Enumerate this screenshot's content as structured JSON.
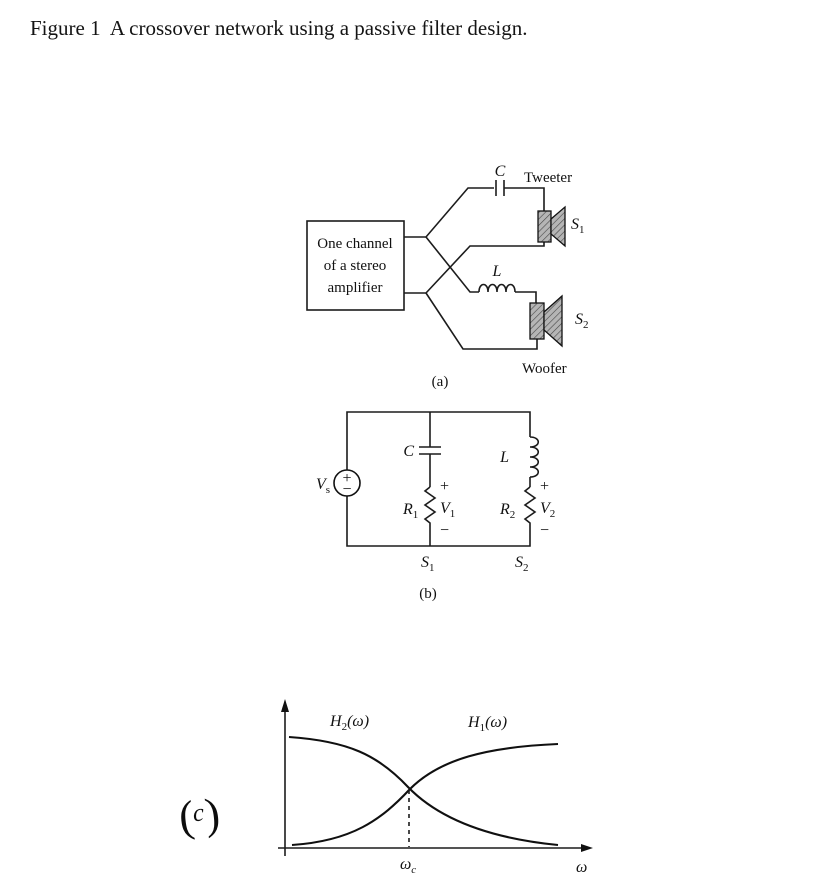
{
  "title": "Figure 1  A crossover network using a passive filter design.",
  "part_a": {
    "caption": "(a)",
    "amplifier": {
      "line1": "One channel",
      "line2": "of a stereo",
      "line3": "amplifier"
    },
    "capacitor": "C",
    "inductor": "L",
    "tweeter": "Tweeter",
    "woofer": "Woofer",
    "s1": {
      "base": "S",
      "sub": "1"
    },
    "s2": {
      "base": "S",
      "sub": "2"
    }
  },
  "part_b": {
    "caption": "(b)",
    "source": {
      "base": "V",
      "sub": "s",
      "plus": "+",
      "minus": "−"
    },
    "capacitor": "C",
    "inductor": "L",
    "r1": {
      "base": "R",
      "sub": "1"
    },
    "r2": {
      "base": "R",
      "sub": "2"
    },
    "v1": {
      "base": "V",
      "sub": "1",
      "plus": "+",
      "minus": "−"
    },
    "v2": {
      "base": "V",
      "sub": "2",
      "plus": "+",
      "minus": "−"
    },
    "s1": {
      "base": "S",
      "sub": "1"
    },
    "s2": {
      "base": "S",
      "sub": "2"
    }
  },
  "part_c": {
    "handwritten": {
      "open": "(",
      "letter": "c",
      "close": ")"
    },
    "h2": {
      "base": "H",
      "sub": "2",
      "arg": "(ω)"
    },
    "h1": {
      "base": "H",
      "sub": "1",
      "arg": "(ω)"
    },
    "x_tick": {
      "base": "ω",
      "sub": "c"
    },
    "x_axis": "ω"
  },
  "chart_data": {
    "type": "line",
    "title": "",
    "xlabel": "ω",
    "ylabel": "",
    "x_tick_labels": [
      "ωc"
    ],
    "series": [
      {
        "name": "H2(ω)",
        "description": "low-pass response: high at low ω, rolls off through the crossover frequency ωc"
      },
      {
        "name": "H1(ω)",
        "description": "high-pass response: low at low ω, rises through the crossover frequency ωc"
      }
    ],
    "annotations": [
      "curves intersect at ω = ωc, marked with dashed vertical line to the ω axis"
    ]
  }
}
